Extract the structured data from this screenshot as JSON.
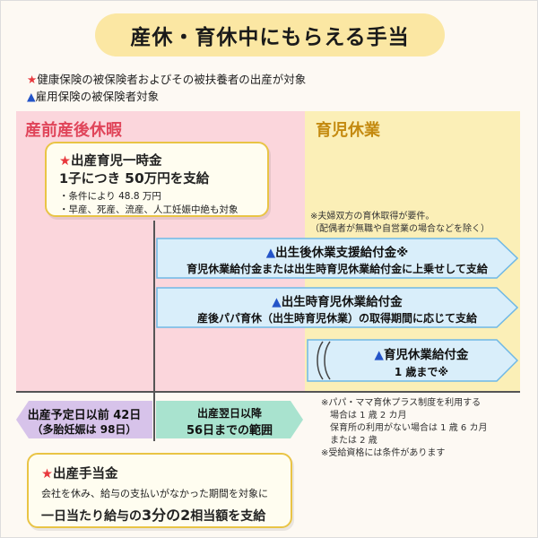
{
  "title": "産休・育休中にもらえる手当",
  "legend": {
    "star_mark": "★",
    "star_text": "健康保険の被保険者およびその被扶養者の出産が対象",
    "tri_mark": "▲",
    "tri_text": "雇用保険の被保険者対象"
  },
  "zones": {
    "maternity": "産前産後休暇",
    "childcare": "育児休業"
  },
  "birth_lump_sum": {
    "mark": "★",
    "title": "出産育児一時金",
    "amount_prefix": "1子につき",
    "amount": "50",
    "amount_suffix": "万円を支給",
    "note1": "・条件により 48.8 万円",
    "note2": "・早産、死産、流産、人工妊娠中絶も対象"
  },
  "spouse_note": {
    "line1": "※夫婦双方の育休取得が要件。",
    "line2": "（配偶者が無職や自営業の場合などを除く）"
  },
  "benefits": [
    {
      "mark": "▲",
      "title": "出生後休業支援給付金",
      "suffix": "※",
      "desc": "育児休業給付金または出生時育児休業給付金に上乗せして支給"
    },
    {
      "mark": "▲",
      "title": "出生時育児休業給付金",
      "suffix": "",
      "desc": "産後パパ育休（出生時育児休業）の取得期間に応じて支給"
    },
    {
      "mark": "▲",
      "title": "育児休業給付金",
      "suffix": "",
      "desc": "1 歳まで※"
    }
  ],
  "timeline": {
    "before_line1": "出産予定日以前 42日",
    "before_line2": "（多胎妊娠は 98日）",
    "after_line1": "出産翌日以降",
    "after_line2": "56日までの範囲"
  },
  "footnotes": [
    "※パパ・ママ育休プラス制度を利用する",
    "　場合は 1 歳 2 カ月",
    "　保育所の利用がない場合は 1 歳 6 カ月",
    "　または 2 歳",
    "※受給資格には条件があります"
  ],
  "maternity_allowance": {
    "mark": "★",
    "title": "出産手当金",
    "line1": "会社を休み、給与の支払いがなかった期間を対象に",
    "line2_a": "一日当たり給与の",
    "line2_b": "3分の2",
    "line2_c": "相当額を支給"
  },
  "colors": {
    "pink_zone": "#fbd6dc",
    "yellow_zone": "#fbefb7",
    "arrow_fill": "#d9eefa",
    "arrow_border": "#6fb8e6",
    "pill_left": "#d7c3ea",
    "pill_right": "#a9e3cf",
    "accent_red": "#e8383d",
    "accent_blue": "#2454c8"
  }
}
